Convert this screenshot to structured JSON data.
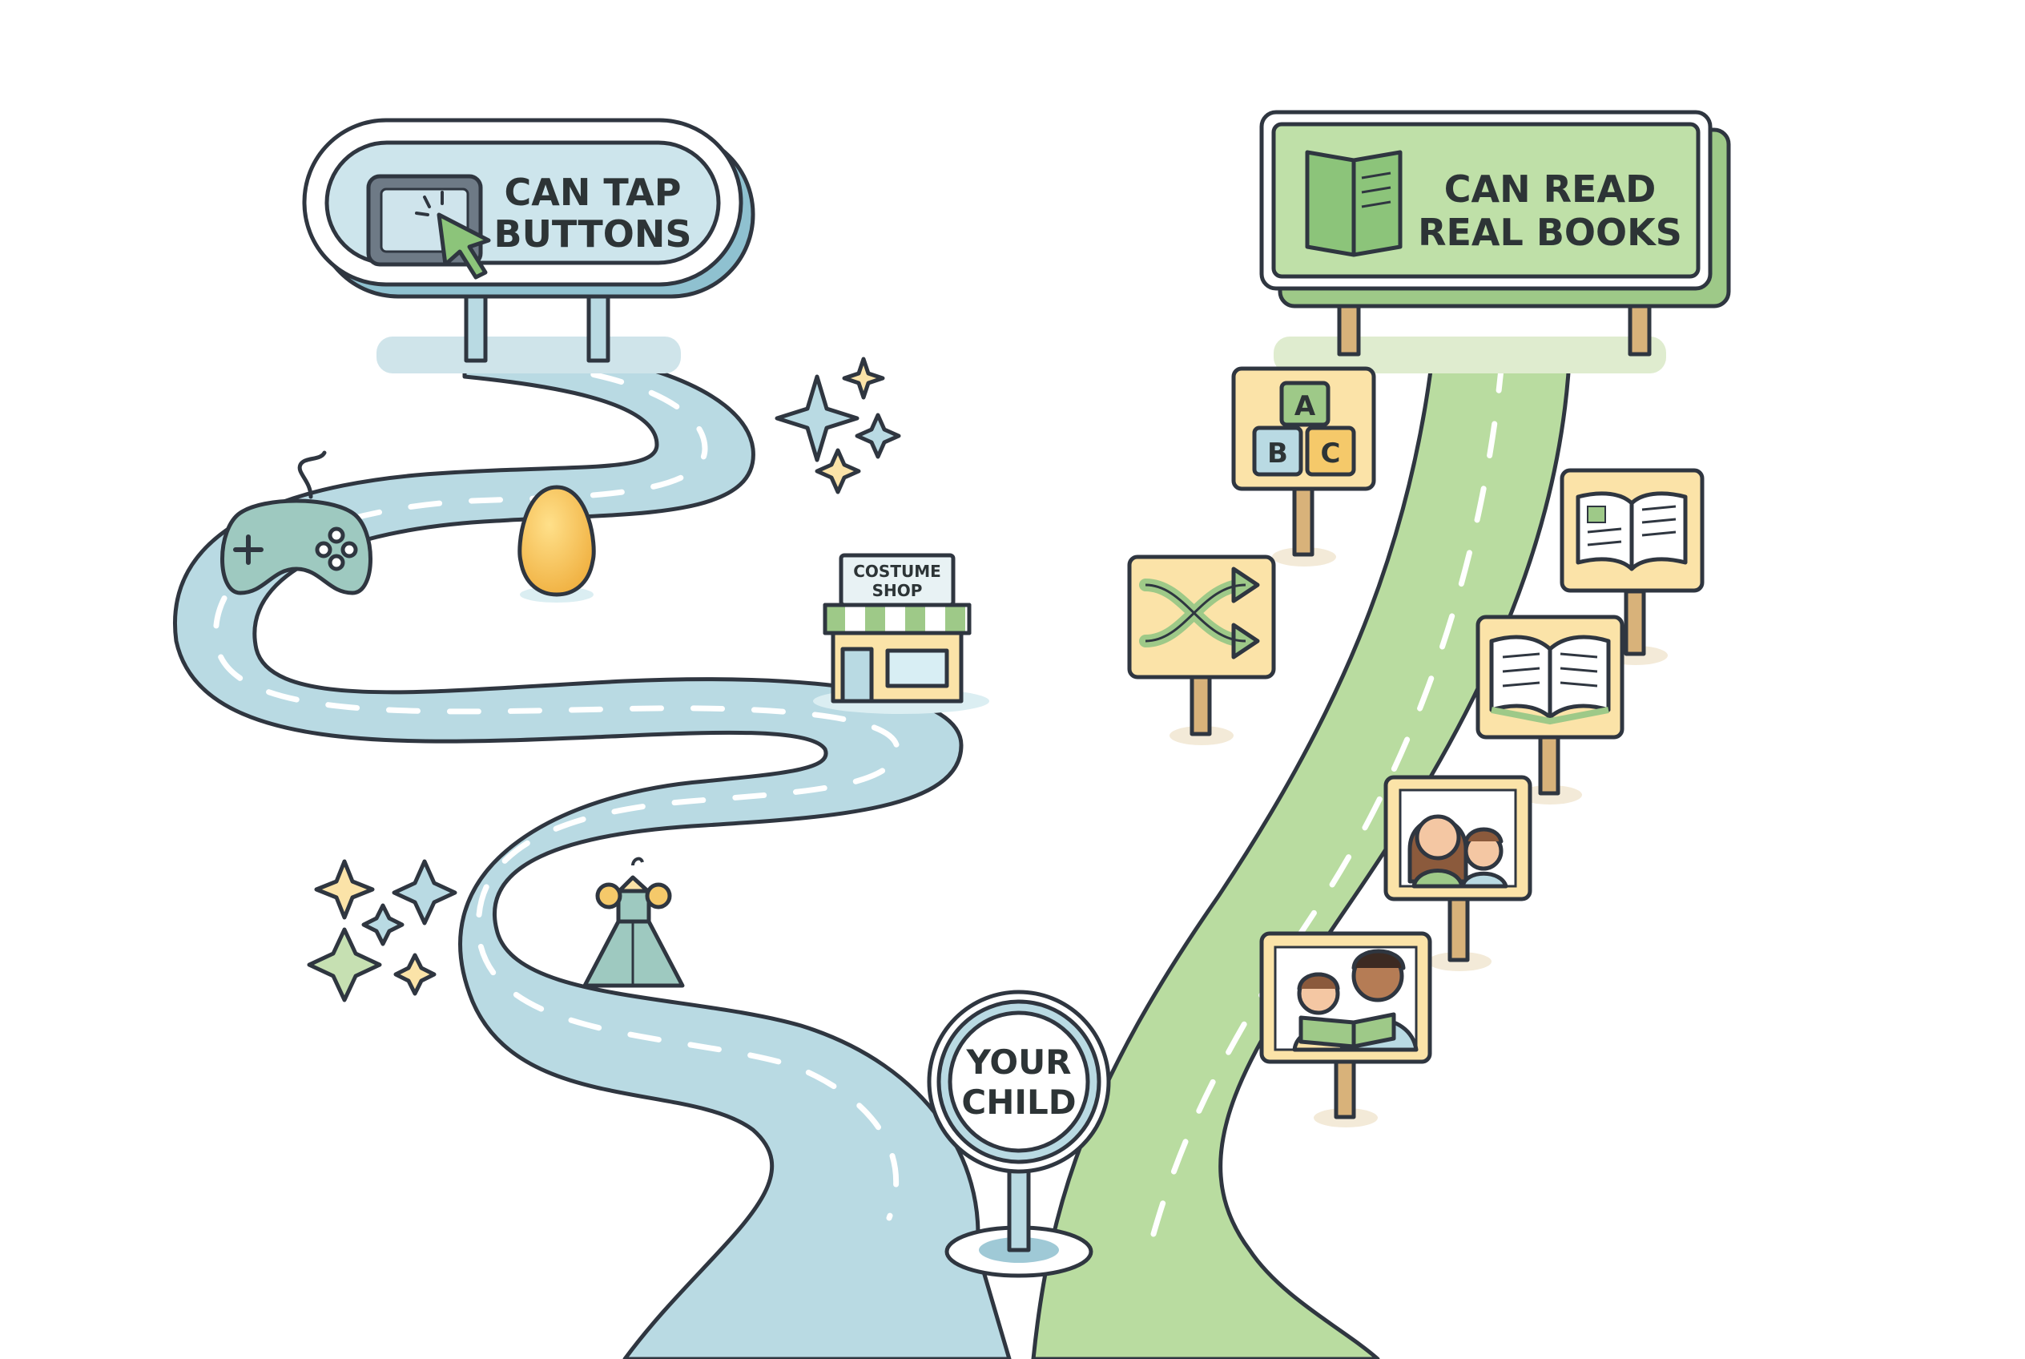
{
  "signs": {
    "left_line1": "CAN TAP",
    "left_line2": "BUTTONS",
    "right_line1": "CAN READ",
    "right_line2": "REAL BOOKS",
    "center_line1": "YOUR",
    "center_line2": "CHILD"
  },
  "shop": {
    "line1": "COSTUME",
    "line2": "SHOP"
  },
  "blocks": {
    "a": "A",
    "b": "B",
    "c": "C"
  },
  "icons": {
    "left_path": [
      "tablet-cursor-icon",
      "game-controller-icon",
      "golden-egg-icon",
      "costume-shop-icon",
      "princess-dress-icon",
      "sparkle-icon"
    ],
    "right_path": [
      "open-book-icon",
      "abc-blocks-icon",
      "shuffle-arrows-icon",
      "parent-child-icon",
      "parent-child-reading-icon"
    ]
  },
  "colors": {
    "blue_path": "#b9dae3",
    "green_path": "#b9dca0",
    "sign_yellow": "#fbe3a8",
    "outline": "#2f3640",
    "dash": "#ffffff"
  }
}
